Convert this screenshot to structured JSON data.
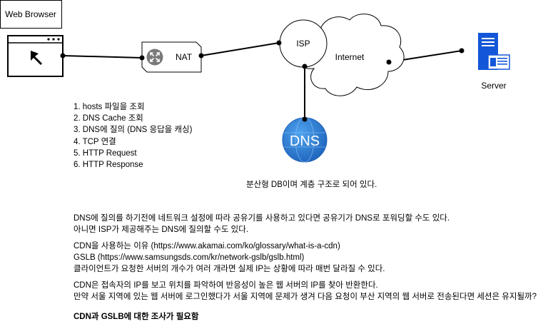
{
  "nodes": {
    "web_browser_label": "Web Browser",
    "nat_label": "NAT",
    "isp_label": "ISP",
    "internet_label": "Internet",
    "server_label": "Server",
    "dns_label": "DNS"
  },
  "steps": [
    "1. hosts 파일을 조회",
    "2. DNS Cache 조회",
    "3. DNS에 질의 (DNS 응답을 캐싱)",
    "4. TCP 연결",
    "5. HTTP Request",
    "6. HTTP Response"
  ],
  "dns_note": "분산형 DB이며 계층 구조로 되어 있다.",
  "notes": {
    "p1_line1": "DNS에 질의를 하기전에 네트워크 설정에 따라 공유기를 사용하고 있다면 공유기가 DNS로 포워딩할 수도 있다.",
    "p1_line2": "아니면 ISP가 제공해주는 DNS에 질의할 수도 있다.",
    "p2_line1": "CDN을 사용하는 이유 (https://www.akamai.com/ko/glossary/what-is-a-cdn)",
    "p2_line2": "GSLB (https://www.samsungsds.com/kr/network-gslb/gslb.html)",
    "p2_line3": "클라이언트가 요청한 서버의 개수가 여러 개라면 실제 IP는 상황에 따라 매번 달라질 수 있다.",
    "p3_line1": "CDN은 접속자의 IP를 보고 위치를 파악하여 반응성이 높은 웹 서버의 IP를 찾아 반환한다.",
    "p3_line2": "만약 서울 지역에 있는 웹 서버에 로그인했다가 서울 지역에 문제가 생겨 다음 요청이 부산 지역의 웹 서버로 전송된다면 세션은 유지될까?",
    "conclusion": "CDN과 GSLB에 대한 조사가 필요함"
  },
  "colors": {
    "dns_blue": "#1e6fc8",
    "server_blue": "#1357d8",
    "router_gray": "#7a7a7a"
  },
  "icons": {
    "browser": "browser-window-icon",
    "cursor": "cursor-arrow-icon",
    "router": "router-icon",
    "cloud": "cloud-icon",
    "server": "server-icon",
    "dns": "dns-globe-icon"
  }
}
